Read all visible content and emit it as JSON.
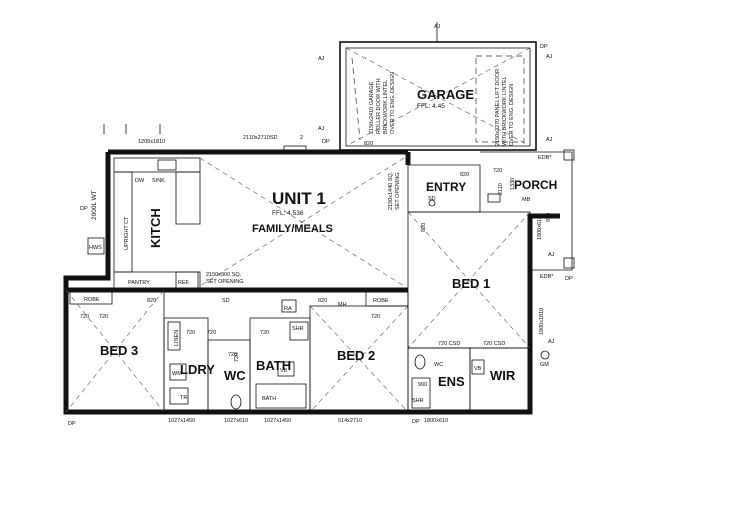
{
  "rooms": {
    "garage": "GARAGE",
    "garage_ffl": "FFL: 4.45",
    "unit": "UNIT 1",
    "unit_ffl": "FFL: 4.536",
    "family_meals": "FAMILY/MEALS",
    "kitchen": "KITCH",
    "entry": "ENTRY",
    "porch": "PORCH",
    "bed1": "BED 1",
    "bed2": "BED 2",
    "bed3": "BED 3",
    "ldry": "LDRY",
    "wc": "WC",
    "bath": "BATH",
    "ens": "ENS",
    "wir": "WIR"
  },
  "labels": {
    "wt": "2000L WT",
    "hws": "HWS",
    "dw": "DW",
    "sink": "SINK",
    "upright_ct": "UPRIGHT CT",
    "pantry": "PANTRY",
    "ref": "REF.",
    "sd": "SD",
    "ra": "RA",
    "mh": "MH",
    "robe": "ROBE",
    "robe2": "ROBE",
    "linen": "LINEN",
    "wm": "WM",
    "tr": "TR",
    "shr": "SHR",
    "vb": "VB",
    "bath_fix": "BATH",
    "wc_fix": "WC",
    "vb2": "VB",
    "shr2": "SHR",
    "mb": "MB",
    "gm": "GM",
    "edb1": "EDB*",
    "edb2": "EDB*",
    "aj": "AJ",
    "dp": "DP"
  },
  "dims": {
    "w1200x1810": "1200x1810",
    "w2110x2710": "2110x2710SD",
    "n2": "2",
    "d820_a": "820",
    "d820_b": "820",
    "d820_c": "820",
    "d820_d": "820",
    "d820_e": "820",
    "d720_a": "720",
    "d720_b": "720",
    "d720_c": "720",
    "d720_d": "720",
    "d720_e": "720",
    "d720_f": "720",
    "d720_g": "720",
    "d720_h": "720",
    "d720_i": "720",
    "d720_csd1": "720 CSD",
    "d720_csd2": "720 CSD",
    "d900": "900",
    "d950": "950",
    "d1330": "1330",
    "d2110": "2110",
    "w1800x610": "1800x610",
    "w1800x1810": "1800x1810",
    "w1027x1450a": "1027x1450",
    "w1027x610": "1027x610",
    "w1027x1450b": "1027x1450",
    "w514x2710": "514x2710",
    "w1800x610b": "1800x610",
    "opening_sq1": "2150x900 SQ.",
    "opening_set1": "SET OPENING",
    "opening_sq2": "2150x1440 SQ.",
    "opening_set2": "SET OPENING",
    "garage_door1": "2150x2410 GARAGE",
    "garage_door2": "ROLLER DOOR WITH",
    "garage_door3": "BRICKWORK LINTEL",
    "garage_door4": "OVER TO ENG. DESIGN",
    "panel_door1": "2150x2270 PANEL LIFT DOOR",
    "panel_door2": "WITH BRICKWORK LINTEL",
    "panel_door3": "OVER TO ENG. DESIGN"
  }
}
